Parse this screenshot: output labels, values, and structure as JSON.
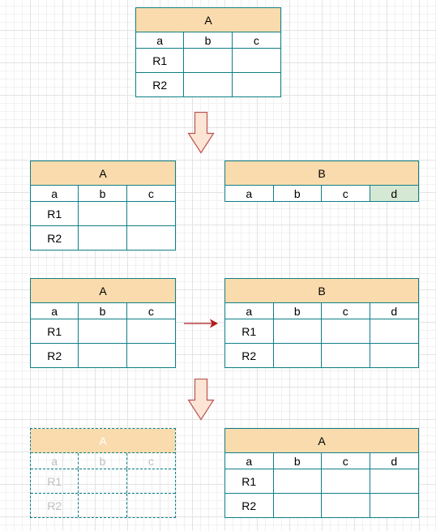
{
  "tables": {
    "top_a": {
      "title": "A",
      "cols": [
        "a",
        "b",
        "c"
      ],
      "rows": [
        "R1",
        "R2"
      ]
    },
    "mid_a": {
      "title": "A",
      "cols": [
        "a",
        "b",
        "c"
      ],
      "rows": [
        "R1",
        "R2"
      ]
    },
    "mid_b": {
      "title": "B",
      "cols": [
        "a",
        "b",
        "c",
        "d"
      ]
    },
    "lower_a": {
      "title": "A",
      "cols": [
        "a",
        "b",
        "c"
      ],
      "rows": [
        "R1",
        "R2"
      ]
    },
    "lower_b": {
      "title": "B",
      "cols": [
        "a",
        "b",
        "c",
        "d"
      ],
      "rows": [
        "R1",
        "R2"
      ]
    },
    "final_ghost": {
      "title": "A",
      "cols": [
        "a",
        "b",
        "c"
      ],
      "rows": [
        "R1",
        "R2"
      ]
    },
    "final_a": {
      "title": "A",
      "cols": [
        "a",
        "b",
        "c",
        "d"
      ],
      "rows": [
        "R1",
        "R2"
      ]
    }
  },
  "colors": {
    "table_border": "#0e7f86",
    "title_fill": "#f9dbad",
    "new_column_fill": "#d5e8d4",
    "arrow_fill": "#fce5d4",
    "arrow_stroke": "#b85450",
    "connector": "#b21b1b"
  }
}
